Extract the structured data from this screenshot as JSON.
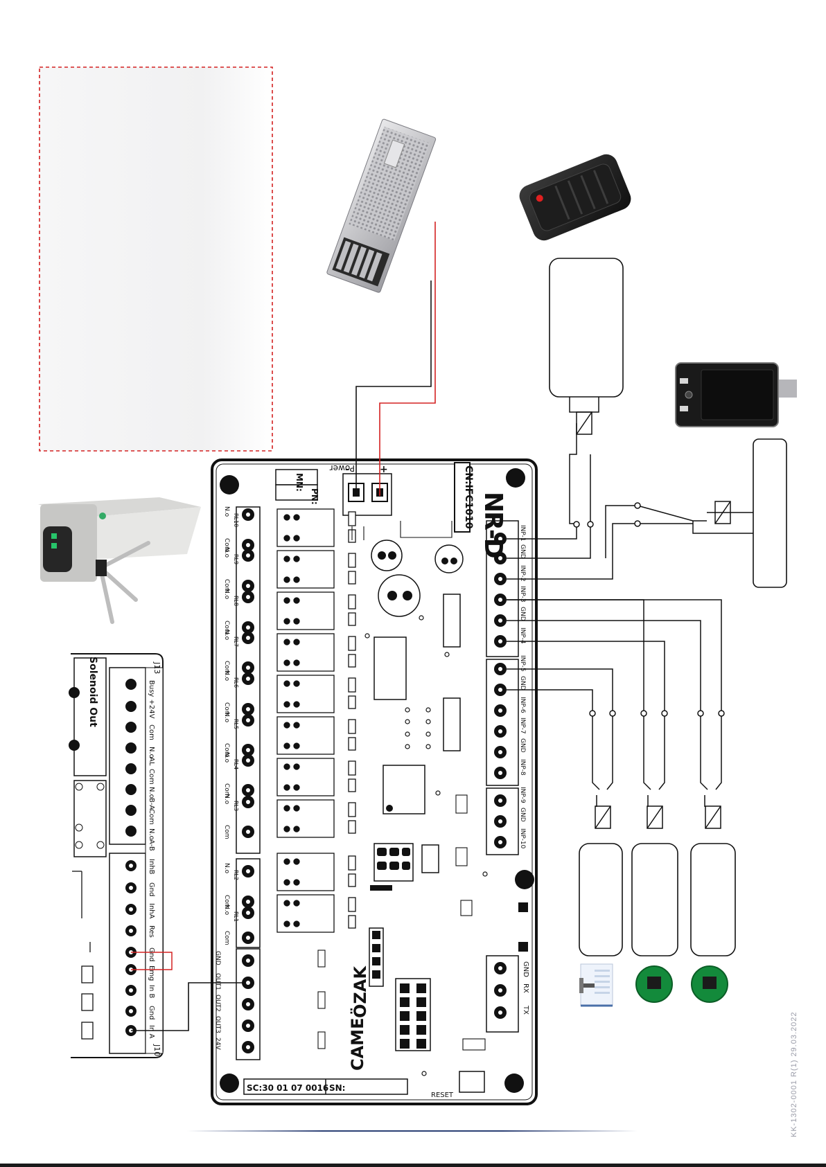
{
  "board": {
    "cn": "CN:IFC1010",
    "brand": "CAME",
    "brand2": "ÖZAK",
    "logo": "NR-D",
    "mn": "MN:",
    "pn": "PN:",
    "power": "Power",
    "power_plus": "+",
    "power_minus": "-",
    "sc": "SC:30 01 07 0016",
    "sn": "SN:",
    "reset": "RESET",
    "relays": [
      {
        "name": "RL10",
        "no": "N.o",
        "com": "Com"
      },
      {
        "name": "RL9",
        "no": "N.o",
        "com": "Com"
      },
      {
        "name": "RL8",
        "no": "N.o",
        "com": "Com"
      },
      {
        "name": "RL7",
        "no": "N.o",
        "com": "Com"
      },
      {
        "name": "RL6",
        "no": "N.o",
        "com": "Com"
      },
      {
        "name": "RL5",
        "no": "N.o",
        "com": "Com"
      },
      {
        "name": "RL4",
        "no": "N.o",
        "com": "Com"
      },
      {
        "name": "RL3",
        "no": "N.o",
        "com": "Com"
      },
      {
        "name": "RL2",
        "no": "N.o",
        "com": "Com"
      },
      {
        "name": "RL1",
        "no": "N.o",
        "com": "Com"
      }
    ],
    "outputs": [
      "GND",
      "OUT1",
      "OUT2",
      "OUT3",
      "24V"
    ],
    "inputs": [
      "INP-1",
      "GND",
      "INP-2",
      "INP-3",
      "GND",
      "INP-4",
      "INP-5",
      "GND",
      "INP-6",
      "INP-7",
      "GND",
      "INP-8",
      "INP-9",
      "GND",
      "INP-10"
    ],
    "serial": [
      "GND",
      "RX",
      "TX"
    ]
  },
  "turnstile_board": {
    "header": "Solenoid Out",
    "j13": "J13",
    "j10": "J10",
    "j13_pins": [
      "Busy +24V",
      "Com",
      "N.o",
      "AL",
      "Com",
      "N.o",
      "B-A",
      "Com",
      "N.o",
      "A-B"
    ],
    "j10_pins": [
      "InhB",
      "Gnd",
      "InhA",
      "Res",
      "Gnd",
      "Emg",
      "In B",
      "Gnd",
      "In A"
    ]
  },
  "footer": {
    "code": "KK-1302-0001 R(1) 29.03.2022"
  },
  "colors": {
    "wire_red": "#d42020",
    "wire_black": "#111111",
    "placeholder_border": "#d42020"
  }
}
